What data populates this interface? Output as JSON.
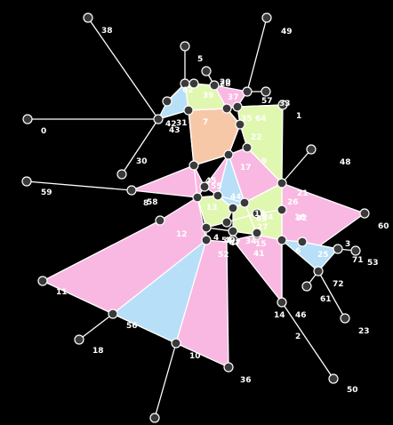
{
  "colors": {
    "background": "#000000",
    "pink": "#f9b8e2",
    "blue": "#b7dff7",
    "green": "#e0f7b0",
    "orange": "#f7c8a8",
    "line": "#ffffff",
    "node_fill": "#3a3a3a"
  },
  "labels": [
    "38",
    "49",
    "5",
    "28",
    "20",
    "62",
    "39",
    "37",
    "57",
    "33",
    "1",
    "42",
    "31",
    "43",
    "7",
    "35",
    "64",
    "22",
    "0",
    "30",
    "9",
    "59",
    "8",
    "58",
    "45",
    "55",
    "17",
    "48",
    "21",
    "44",
    "13",
    "26",
    "16",
    "19",
    "60",
    "32",
    "65",
    "15",
    "12",
    "4",
    "51",
    "47",
    "3",
    "53",
    "40",
    "34",
    "6",
    "25",
    "71",
    "52",
    "41",
    "11",
    "72",
    "61",
    "14",
    "46",
    "18",
    "2",
    "23",
    "56",
    "10",
    "36",
    "50",
    "24",
    "27"
  ]
}
